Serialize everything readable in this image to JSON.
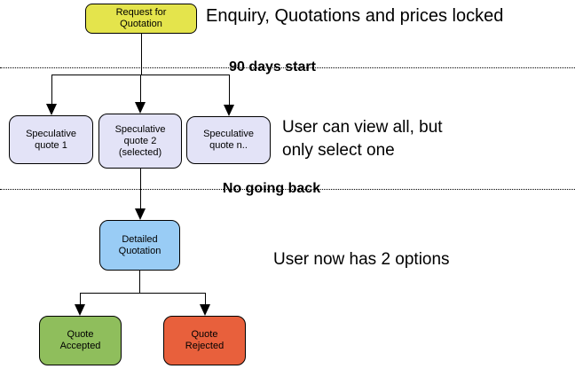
{
  "diagram": {
    "annotations": {
      "top": "Enquiry, Quotations and prices locked",
      "middle": "User can view all, but\nonly select one",
      "bottom": "User now has 2 options"
    },
    "dividers": {
      "first_label": "90 days start",
      "second_label": "No going back"
    },
    "nodes": {
      "request_for_quotation": {
        "label": "Request for\nQuotation",
        "color": "#e4e44c"
      },
      "speculative_quote_1": {
        "label": "Speculative\nquote 1",
        "color": "#e3e3f7"
      },
      "speculative_quote_2": {
        "label": "Speculative\nquote 2\n(selected)",
        "color": "#e3e3f7"
      },
      "speculative_quote_n": {
        "label": "Speculative\nquote n..",
        "color": "#e3e3f7"
      },
      "detailed_quotation": {
        "label": "Detailed\nQuotation",
        "color": "#99ccf5"
      },
      "quote_accepted": {
        "label": "Quote\nAccepted",
        "color": "#8fbe5c"
      },
      "quote_rejected": {
        "label": "Quote\nRejected",
        "color": "#e8603c"
      }
    },
    "line_color": "#000000",
    "background": "#ffffff"
  }
}
